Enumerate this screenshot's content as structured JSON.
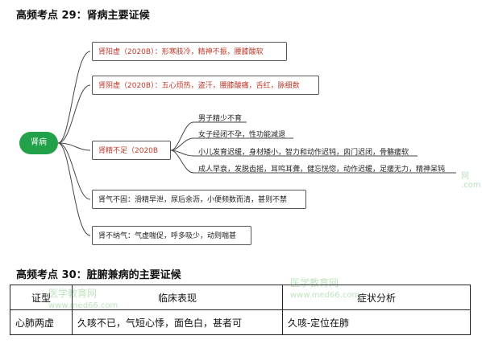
{
  "section1_title": "高频考点 29：肾病主要证候",
  "root_label": "肾病",
  "branches": [
    "肾阳虚（2020B）：形寒肢冷，精神不振，腰膝酸软",
    "肾阴虚（2020B）：五心烦热，盗汗，腰膝酸痛，舌红，脉细数",
    "肾精不足（2020B",
    "肾气不固：滑精早泄，尿后余沥，小便频数而清，甚则不禁",
    "肾不纳气：气虚喘促，呼多吸少，动则喘甚"
  ],
  "sub_leaves": [
    "男子精少不育",
    "女子经闭不孕，性功能减退",
    "小儿发育迟缓，身材矮小，智力和动作迟钝，囟门迟闭，骨骼痿软",
    "成人早衰，发脱齿摇，耳鸣耳聋，健忘恍惚，动作迟缓，足痿无力，精神呆钝"
  ],
  "section2_title": "高频考点 30：脏腑兼病的主要证候",
  "table": {
    "headers": [
      "证型",
      "临床表现",
      "症状分析"
    ],
    "rows": [
      [
        "心肺两虚",
        "久咳不已，气短心悸，面色白，甚者可",
        "久咳-定位在肺"
      ]
    ]
  },
  "watermark": {
    "brand": "医学教育网",
    "url": "www.med66.com"
  },
  "colors": {
    "root_fill": "#22a04a",
    "highlight_text": "#c0392b"
  }
}
